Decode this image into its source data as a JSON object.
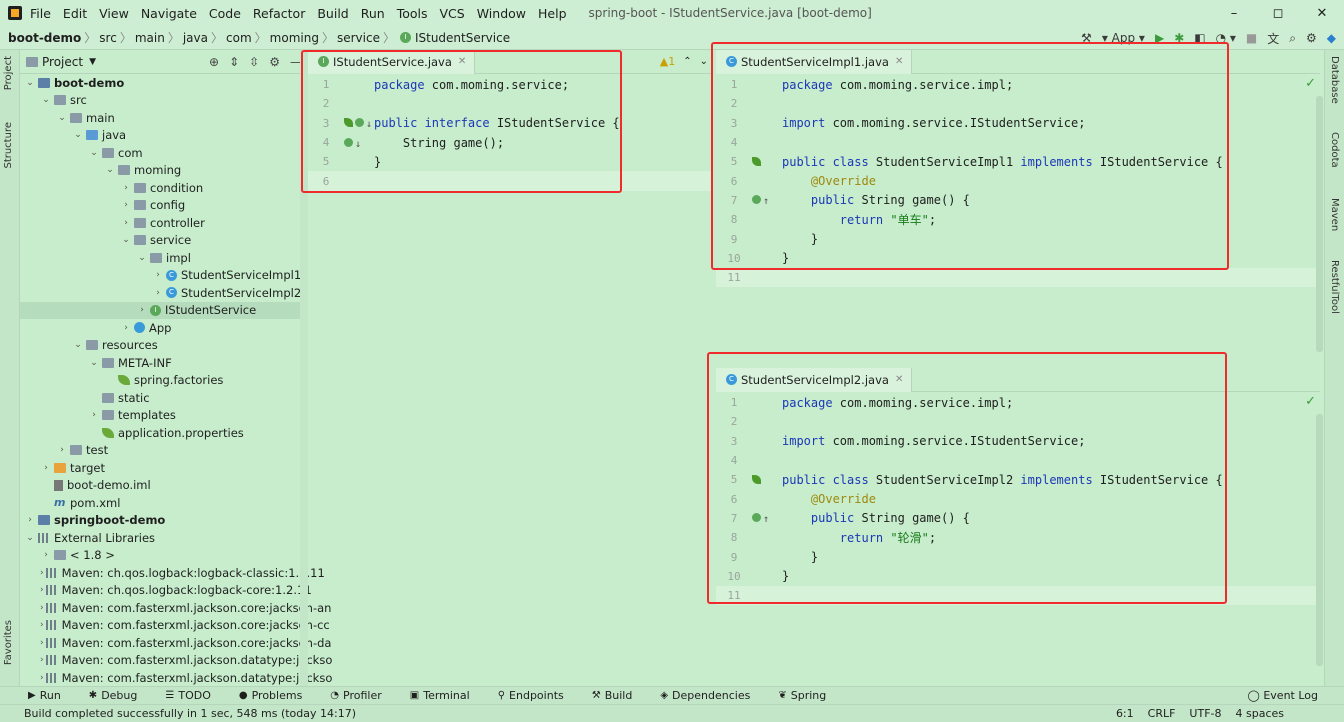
{
  "menu": {
    "items": [
      "File",
      "Edit",
      "View",
      "Navigate",
      "Code",
      "Refactor",
      "Build",
      "Run",
      "Tools",
      "VCS",
      "Window",
      "Help"
    ],
    "window_title": "spring-boot - IStudentService.java [boot-demo]"
  },
  "window_controls": {
    "minimize": "–",
    "maximize": "◻",
    "close": "✕"
  },
  "breadcrumb": {
    "project": "boot-demo",
    "parts": [
      "src",
      "main",
      "java",
      "com",
      "moming",
      "service"
    ],
    "file": "IStudentService"
  },
  "nav_right": {
    "run_config": "App"
  },
  "left_strip": {
    "project": "Project",
    "structure": "Structure",
    "favorites": "Favorites"
  },
  "right_strip": {
    "database": "Database",
    "codota": "Codota",
    "maven": "Maven",
    "restful": "RestfulTool"
  },
  "project_panel": {
    "label": "Project"
  },
  "tree": [
    {
      "t": "boot-demo",
      "bold": true,
      "ico": "module",
      "lvl": 0,
      "chev": "⌄"
    },
    {
      "t": "src",
      "ico": "folder",
      "lvl": 1,
      "chev": "⌄"
    },
    {
      "t": "main",
      "ico": "folder",
      "lvl": 2,
      "chev": "⌄"
    },
    {
      "t": "java",
      "ico": "folder blue",
      "lvl": 3,
      "chev": "⌄"
    },
    {
      "t": "com",
      "ico": "folder",
      "lvl": 4,
      "chev": "⌄"
    },
    {
      "t": "moming",
      "ico": "folder",
      "lvl": 5,
      "chev": "⌄"
    },
    {
      "t": "condition",
      "ico": "folder",
      "lvl": 6,
      "chev": "›"
    },
    {
      "t": "config",
      "ico": "folder",
      "lvl": 6,
      "chev": "›"
    },
    {
      "t": "controller",
      "ico": "folder",
      "lvl": 6,
      "chev": "›"
    },
    {
      "t": "service",
      "ico": "folder",
      "lvl": 6,
      "chev": "⌄"
    },
    {
      "t": "impl",
      "ico": "folder",
      "lvl": 7,
      "chev": "⌄"
    },
    {
      "t": "StudentServiceImpl1",
      "ico": "class",
      "lvl": 8,
      "chev": "›"
    },
    {
      "t": "StudentServiceImpl2",
      "ico": "class",
      "lvl": 8,
      "chev": "›"
    },
    {
      "t": "IStudentService",
      "ico": "iface",
      "lvl": 7,
      "chev": "›",
      "sel": true
    },
    {
      "t": "App",
      "ico": "app",
      "lvl": 6,
      "chev": "›"
    },
    {
      "t": "resources",
      "ico": "folder",
      "lvl": 3,
      "chev": "⌄"
    },
    {
      "t": "META-INF",
      "ico": "folder",
      "lvl": 4,
      "chev": "⌄"
    },
    {
      "t": "spring.factories",
      "ico": "leaf",
      "lvl": 5,
      "chev": ""
    },
    {
      "t": "static",
      "ico": "folder",
      "lvl": 4,
      "chev": ""
    },
    {
      "t": "templates",
      "ico": "folder",
      "lvl": 4,
      "chev": "›"
    },
    {
      "t": "application.properties",
      "ico": "leaf",
      "lvl": 4,
      "chev": ""
    },
    {
      "t": "test",
      "ico": "folder",
      "lvl": 2,
      "chev": "›"
    },
    {
      "t": "target",
      "ico": "folder orange",
      "lvl": 1,
      "chev": "›"
    },
    {
      "t": "boot-demo.iml",
      "ico": "file",
      "lvl": 1,
      "chev": ""
    },
    {
      "t": "pom.xml",
      "ico": "m",
      "lvl": 1,
      "chev": ""
    },
    {
      "t": "springboot-demo",
      "bold": true,
      "ico": "module",
      "lvl": 0,
      "chev": "›"
    },
    {
      "t": "External Libraries",
      "ico": "lib",
      "lvl": 0,
      "chev": "⌄"
    },
    {
      "t": "< 1.8 >",
      "ico": "folder",
      "lvl": 1,
      "chev": "›"
    },
    {
      "t": "Maven: ch.qos.logback:logback-classic:1.2.11",
      "ico": "lib",
      "lvl": 1,
      "chev": "›"
    },
    {
      "t": "Maven: ch.qos.logback:logback-core:1.2.11",
      "ico": "lib",
      "lvl": 1,
      "chev": "›"
    },
    {
      "t": "Maven: com.fasterxml.jackson.core:jackson-an",
      "ico": "lib",
      "lvl": 1,
      "chev": "›"
    },
    {
      "t": "Maven: com.fasterxml.jackson.core:jackson-cc",
      "ico": "lib",
      "lvl": 1,
      "chev": "›"
    },
    {
      "t": "Maven: com.fasterxml.jackson.core:jackson-da",
      "ico": "lib",
      "lvl": 1,
      "chev": "›"
    },
    {
      "t": "Maven: com.fasterxml.jackson.datatype:jackso",
      "ico": "lib",
      "lvl": 1,
      "chev": "›"
    },
    {
      "t": "Maven: com.fasterxml.jackson.datatype:jackso",
      "ico": "lib",
      "lvl": 1,
      "chev": "›"
    }
  ],
  "editor1": {
    "tab": "IStudentService.java",
    "warning": "▲1",
    "lines": [
      [
        [
          "kw",
          "package "
        ],
        [
          "code",
          "com.moming.service;"
        ]
      ],
      [],
      [
        [
          "kw",
          "public interface "
        ],
        [
          "code",
          "IStudentService {"
        ]
      ],
      [
        [
          "code",
          "    String "
        ],
        [
          "fn",
          "game"
        ],
        [
          "code",
          "();"
        ]
      ],
      [
        [
          "code",
          "}"
        ]
      ],
      []
    ]
  },
  "editor2": {
    "tab": "StudentServiceImpl1.java",
    "lines": [
      [
        [
          "kw",
          "package "
        ],
        [
          "code",
          "com.moming.service.impl;"
        ]
      ],
      [],
      [
        [
          "kw",
          "import "
        ],
        [
          "code",
          "com.moming.service.IStudentService;"
        ]
      ],
      [],
      [
        [
          "kw",
          "public class "
        ],
        [
          "code",
          "StudentServiceImpl1 "
        ],
        [
          "kw",
          "implements "
        ],
        [
          "code",
          "IStudentService {"
        ]
      ],
      [
        [
          "ann",
          "    @Override"
        ]
      ],
      [
        [
          "kw",
          "    public "
        ],
        [
          "code",
          "String "
        ],
        [
          "fn",
          "game"
        ],
        [
          "code",
          "() {"
        ]
      ],
      [
        [
          "kw",
          "        return "
        ],
        [
          "str",
          "\"单车\""
        ],
        [
          "code",
          ";"
        ]
      ],
      [
        [
          "code",
          "    }"
        ]
      ],
      [
        [
          "code",
          "}"
        ]
      ],
      []
    ]
  },
  "editor3": {
    "tab": "StudentServiceImpl2.java",
    "lines": [
      [
        [
          "kw",
          "package "
        ],
        [
          "code",
          "com.moming.service.impl;"
        ]
      ],
      [],
      [
        [
          "kw",
          "import "
        ],
        [
          "code",
          "com.moming.service.IStudentService;"
        ]
      ],
      [],
      [
        [
          "kw",
          "public class "
        ],
        [
          "code",
          "StudentServiceImpl2 "
        ],
        [
          "kw",
          "implements "
        ],
        [
          "code",
          "IStudentService {"
        ]
      ],
      [
        [
          "ann",
          "    @Override"
        ]
      ],
      [
        [
          "kw",
          "    public "
        ],
        [
          "code",
          "String "
        ],
        [
          "fn",
          "game"
        ],
        [
          "code",
          "() {"
        ]
      ],
      [
        [
          "kw",
          "        return "
        ],
        [
          "str",
          "\"轮滑\""
        ],
        [
          "code",
          ";"
        ]
      ],
      [
        [
          "code",
          "    }"
        ]
      ],
      [
        [
          "code",
          "}"
        ]
      ],
      []
    ]
  },
  "bottom_tabs": [
    "Run",
    "Debug",
    "TODO",
    "Problems",
    "Profiler",
    "Terminal",
    "Endpoints",
    "Build",
    "Dependencies",
    "Spring"
  ],
  "event_log": "Event Log",
  "status": {
    "message": "Build completed successfully in 1 sec, 548 ms (today 14:17)",
    "position": "6:1",
    "line_sep": "CRLF",
    "encoding": "UTF-8",
    "indent": "4 spaces"
  }
}
